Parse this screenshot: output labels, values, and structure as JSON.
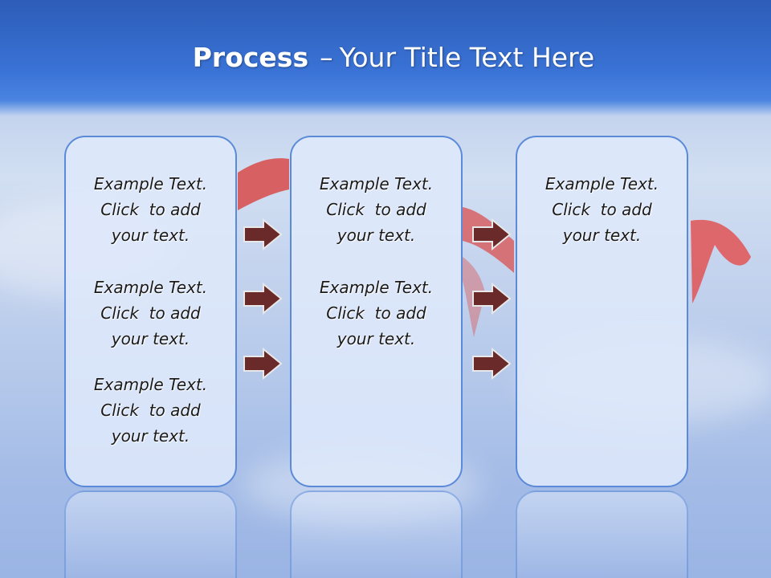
{
  "title": {
    "strong": "Process",
    "separator": "–",
    "rest": "Your Title Text Here"
  },
  "columns": [
    {
      "items": [
        {
          "line1": "Example Text.",
          "line2": "Click  to add",
          "line3": "your text."
        },
        {
          "line1": "Example Text.",
          "line2": "Click  to add",
          "line3": "your text."
        },
        {
          "line1": "Example Text.",
          "line2": "Click  to add",
          "line3": "your text."
        }
      ]
    },
    {
      "items": [
        {
          "line1": "Example Text.",
          "line2": "Click  to add",
          "line3": "your text."
        },
        {
          "line1": "Example Text.",
          "line2": "Click  to add",
          "line3": "your text."
        }
      ]
    },
    {
      "items": [
        {
          "line1": "Example Text.",
          "line2": "Click  to add",
          "line3": "your text."
        }
      ]
    }
  ],
  "colors": {
    "arrow_fill": "#6a2a2a",
    "arrow_stroke": "#e8e8e8",
    "panel_border": "#5b8ad8",
    "header_blue": "#3a73d6"
  },
  "icons": {
    "arrow": "right-arrow-icon"
  }
}
